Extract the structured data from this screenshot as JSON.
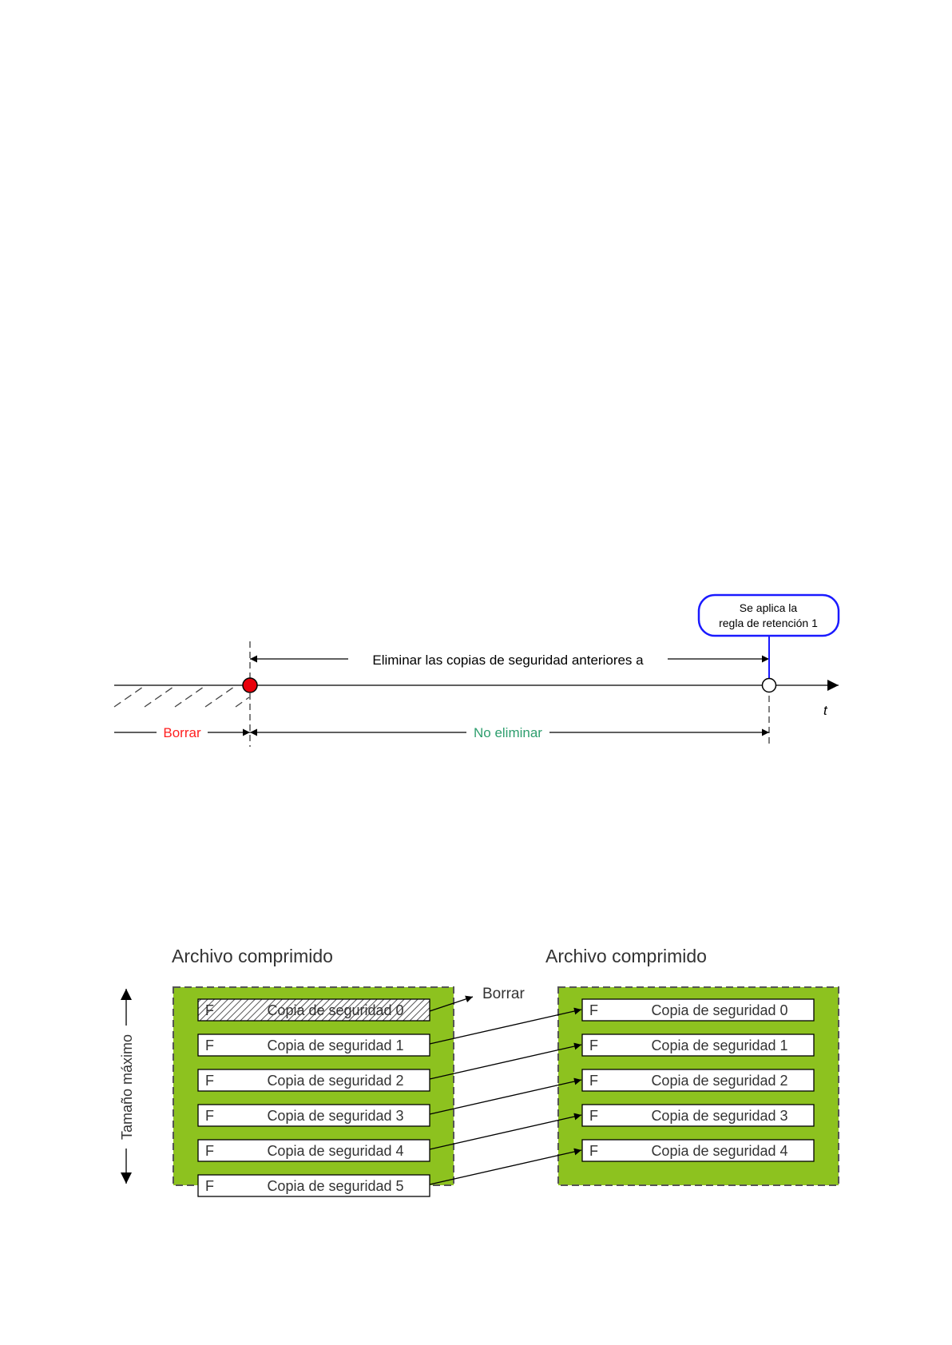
{
  "timeline": {
    "callout": {
      "line1": "Se aplica la",
      "line2": "regla de retención 1"
    },
    "span_label": "Eliminar las copias de seguridad anteriores a",
    "axis_label": "t",
    "delete_label": "Borrar",
    "keep_label": "No eliminar",
    "colors": {
      "delete": "#ff2020",
      "keep": "#2e9e6e",
      "callout": "#1a1aff",
      "deleted_point": "#e8000b"
    }
  },
  "archives": {
    "left_title": "Archivo comprimido",
    "right_title": "Archivo comprimido",
    "size_label": "Tamaño máximo",
    "delete_label": "Borrar",
    "green": "#8dc21f",
    "left_items": [
      {
        "tag": "F",
        "label": "Copia de seguridad 0",
        "state": "deleted"
      },
      {
        "tag": "F",
        "label": "Copia de seguridad 1",
        "state": "kept"
      },
      {
        "tag": "F",
        "label": "Copia de seguridad 2",
        "state": "kept"
      },
      {
        "tag": "F",
        "label": "Copia de seguridad 3",
        "state": "kept"
      },
      {
        "tag": "F",
        "label": "Copia de seguridad 4",
        "state": "kept"
      },
      {
        "tag": "F",
        "label": "Copia de seguridad 5",
        "state": "new"
      }
    ],
    "right_items": [
      {
        "tag": "F",
        "label": "Copia de seguridad 0"
      },
      {
        "tag": "F",
        "label": "Copia de seguridad 1"
      },
      {
        "tag": "F",
        "label": "Copia de seguridad 2"
      },
      {
        "tag": "F",
        "label": "Copia de seguridad 3"
      },
      {
        "tag": "F",
        "label": "Copia de seguridad 4"
      }
    ]
  }
}
